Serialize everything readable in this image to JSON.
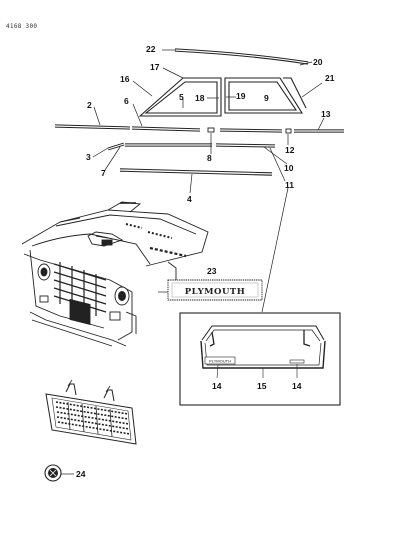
{
  "drawing_code": "4168 300",
  "badge_text": "PLYMOUTH",
  "inset_badge_text": "PLYMOUTH",
  "callouts": {
    "c22": "22",
    "c20": "20",
    "c17": "17",
    "c16": "16",
    "c21": "21",
    "c5": "5",
    "c18": "18",
    "c19": "19",
    "c9": "9",
    "c2": "2",
    "c6": "6",
    "c13": "13",
    "c12": "12",
    "c8": "8",
    "c3": "3",
    "c10": "10",
    "c7": "7",
    "c11": "11",
    "c4": "4",
    "c23": "23",
    "c14a": "14",
    "c15": "15",
    "c14b": "14",
    "c24": "24"
  }
}
